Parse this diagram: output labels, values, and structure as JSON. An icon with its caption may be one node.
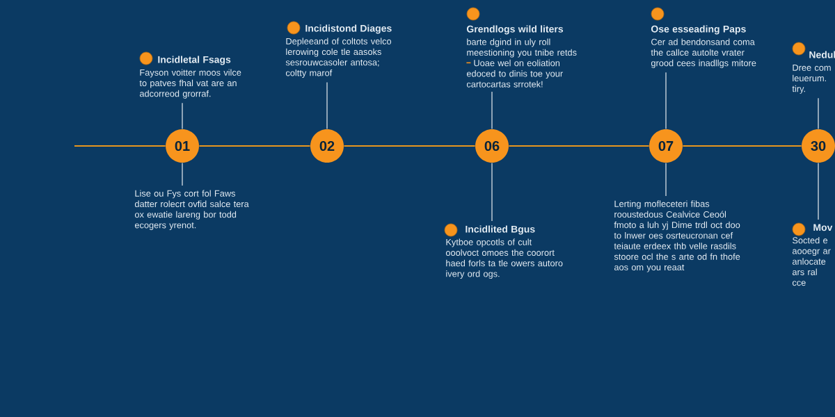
{
  "diagram": {
    "nodes": [
      {
        "text": [
          "01"
        ]
      },
      {
        "text": [
          "02"
        ]
      },
      {
        "text": [
          "06"
        ]
      },
      {
        "text": [
          "07"
        ]
      },
      {
        "text": [
          "30"
        ]
      },
      {
        "text": [
          "Incidletal Fsags",
          "Fayson voitter moos vilce to patves fhal vat are an adcorreod grorraf."
        ]
      },
      {
        "text": [
          "Incidistond Diages",
          "Depleeand of coltots velco lerowing cole tle aasoks sesrouwcasoler antosa; coltty marof"
        ]
      },
      {
        "text": [
          "Grendlogs wild liters",
          "barte dgind in uly roll meestioning you tnibe retds",
          "Uoae wel on eoliation edoced to dinis toe your cartocartas srrotek!"
        ]
      },
      {
        "text": [
          "Ose esseading Paps",
          "Cer ad bendonsand coma the callce autolte vrater grood cees inadllgs mitore"
        ]
      },
      {
        "text": [
          "Nedul",
          "Dree com leuerum. tiry."
        ]
      },
      {
        "text": [
          "Lise ou Fys cort fol Faws datter rolecrt ovfid salce tera ox ewatie lareng bor todd ecogers yrenot."
        ]
      },
      {
        "text": [
          "Incidlited Bgus",
          "Kytboe opcotls of cult ooolvoct omoes the coorort haed forls ta tle owers autoro ivery ord ogs."
        ]
      },
      {
        "text": [
          "Lerting mofleceteri fibas rooustedous Cealvice Ceoól fmoto a luh yj Dime trdl oct doo to lnwer oes osrteucronan cef teiaute erdeex thb velle rasdils stoore ocl the s arte od fn thofe aos om you reaat"
        ]
      },
      {
        "text": [
          "Mov",
          "Socted e aooegr ar anlocate ars ral cce"
        ]
      }
    ],
    "edges": [
      {
        "from": null,
        "to": 0,
        "arrow": "none",
        "color": "#e8961e"
      },
      {
        "from": 0,
        "to": 1,
        "arrow": "none",
        "color": "#e8961e"
      },
      {
        "from": 1,
        "to": 2,
        "arrow": "none",
        "color": "#e8961e"
      },
      {
        "from": 2,
        "to": 3,
        "arrow": "none",
        "color": "#e8961e"
      },
      {
        "from": 3,
        "to": 4,
        "arrow": "none",
        "color": "#e8961e"
      },
      {
        "from": 0,
        "to": 5,
        "arrow": "none"
      },
      {
        "from": 0,
        "to": 10,
        "arrow": "none"
      },
      {
        "from": 1,
        "to": 6,
        "arrow": "none"
      },
      {
        "from": 2,
        "to": 7,
        "arrow": "none"
      },
      {
        "from": 2,
        "to": 11,
        "arrow": "none"
      },
      {
        "from": 3,
        "to": 8,
        "arrow": "none"
      },
      {
        "from": 3,
        "to": 12,
        "arrow": "none"
      },
      {
        "from": 4,
        "to": 9,
        "arrow": "none"
      },
      {
        "from": 4,
        "to": 13,
        "arrow": "none"
      }
    ]
  }
}
